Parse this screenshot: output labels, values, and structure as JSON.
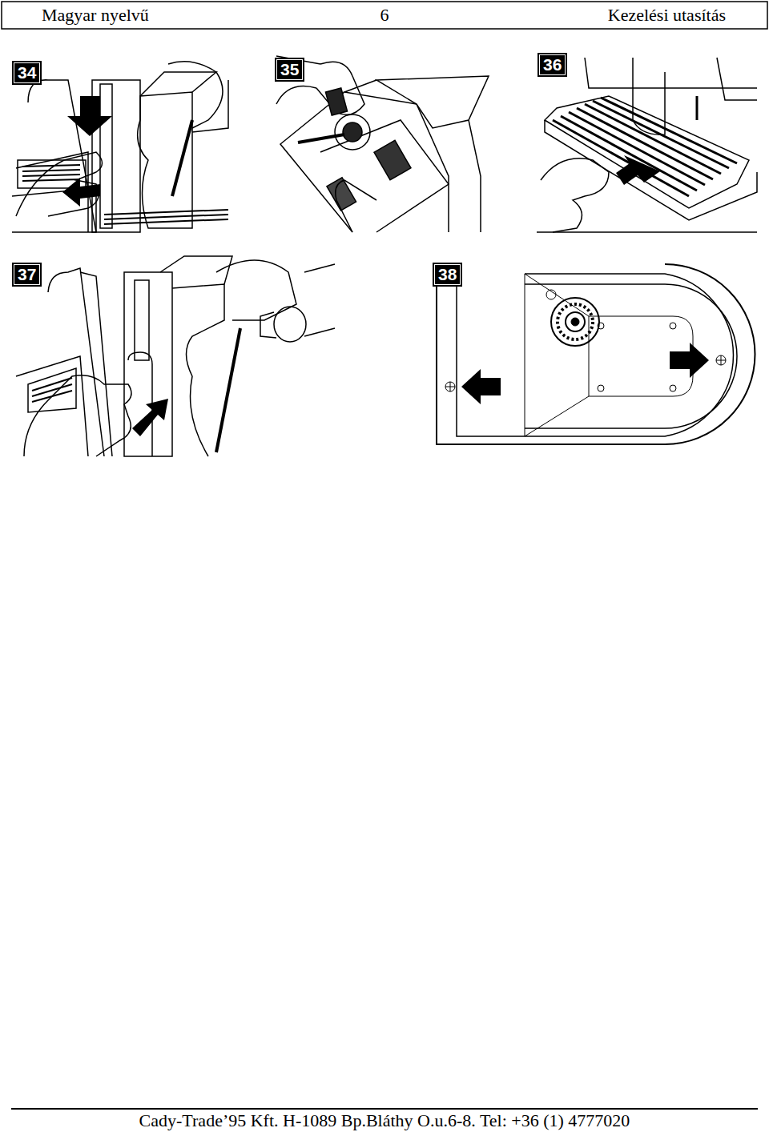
{
  "diagram": {
    "labels": [
      "Magyar nyelvű",
      "6",
      "Kezelési utasítás",
      "34",
      "35",
      "36",
      "37",
      "38",
      "Cady-Trade’95 Kft. H-1089 Bp.Bláthy O.u.6-8. Tel: +36 (1) 4777020"
    ]
  }
}
